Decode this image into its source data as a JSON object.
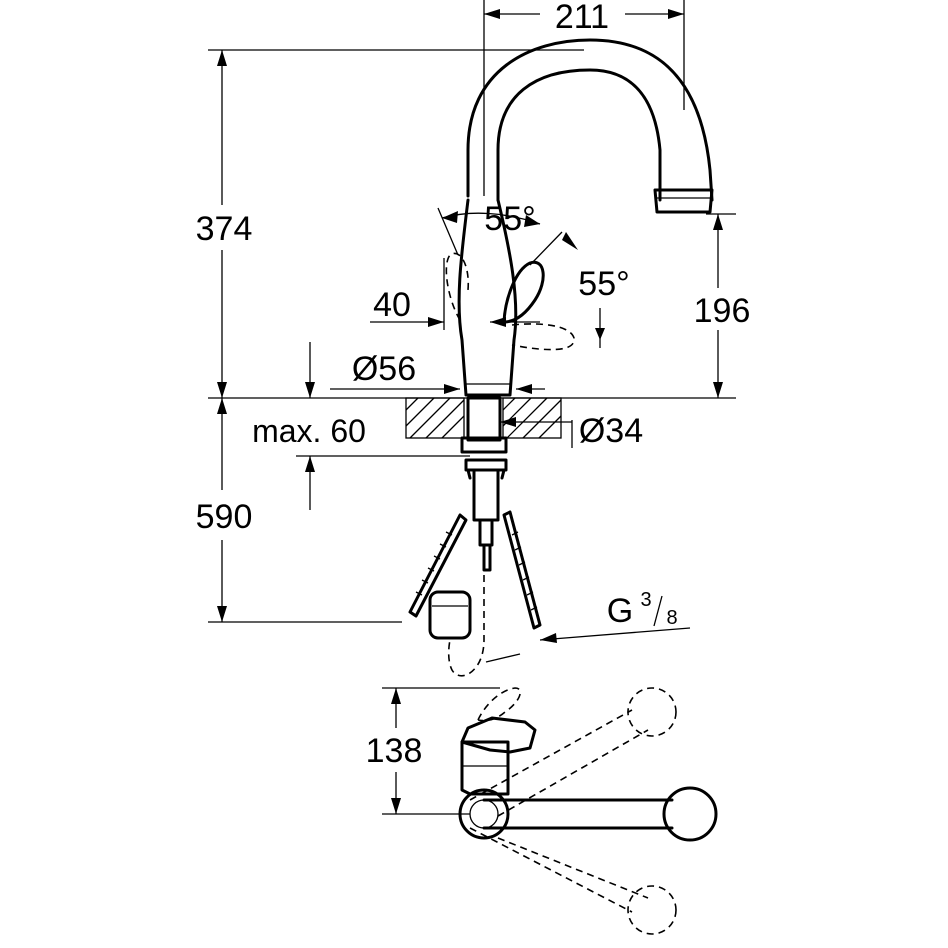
{
  "figure_type": "technical dimension drawing",
  "dimensions": {
    "spout_reach": "211",
    "total_height": "374",
    "spout_height": "196",
    "handle_angle_a": "55°",
    "handle_angle_b": "55°",
    "lever_offset": "40",
    "base_diameter": "Ø56",
    "hole_diameter": "Ø34",
    "max_counter_thickness": "max. 60",
    "hose_length": "590",
    "thread_main": "G",
    "thread_num": "3",
    "thread_den": "8",
    "lever_height": "138"
  }
}
